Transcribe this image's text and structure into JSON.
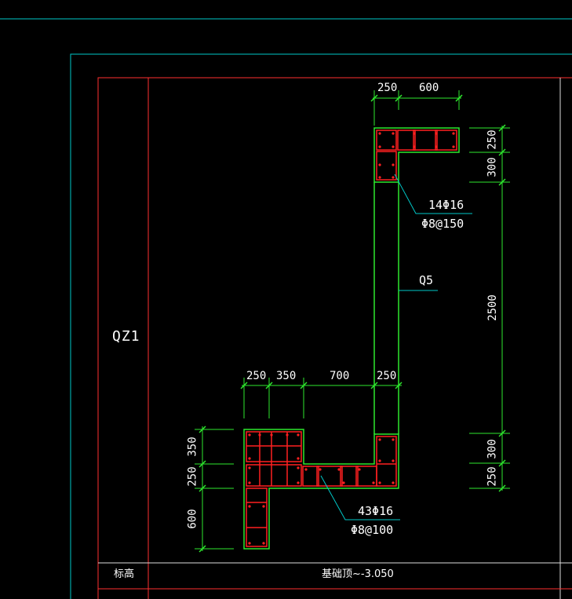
{
  "colors": {
    "background": "#000000",
    "frame_cyan": "#00c8c8",
    "frame_red": "#ff3030",
    "dim_green": "#2ee82e",
    "concrete_green": "#2ee82e",
    "rebar_red": "#ff2020",
    "leader_cyan": "#00c8c8",
    "text_white": "#ffffff"
  },
  "column_label": "QZ1",
  "wall_label": "Q5",
  "upper_section": {
    "rebar_main": "14Φ16",
    "rebar_stirrup": "Φ8@150"
  },
  "lower_section": {
    "rebar_main": "43Φ16",
    "rebar_stirrup": "Φ8@100"
  },
  "dims": {
    "top_h": [
      "250",
      "600"
    ],
    "right_upper_v": [
      "250",
      "300"
    ],
    "right_mid_v": "2500",
    "right_lower_v": [
      "300",
      "250"
    ],
    "mid_h": [
      "250",
      "350",
      "700",
      "250"
    ],
    "left_v": [
      "350",
      "250",
      "600"
    ]
  },
  "footer": {
    "elevation_label": "标高",
    "elevation_value": "基础顶~-3.050"
  }
}
